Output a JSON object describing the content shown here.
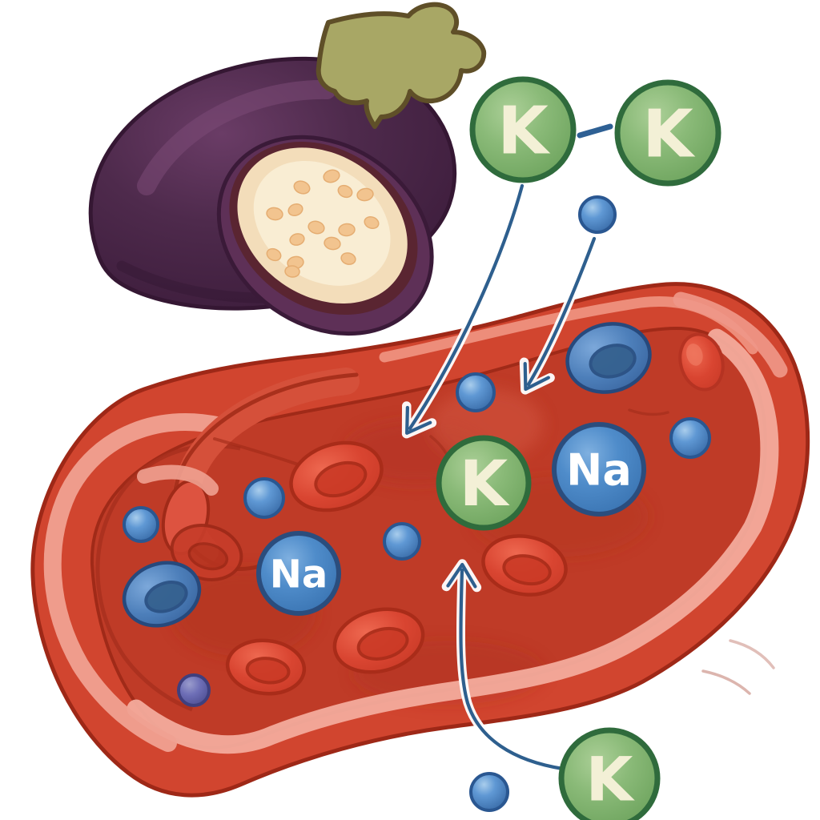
{
  "ions": {
    "k_top_left": "K",
    "k_top_right": "K",
    "k_bottom": "K",
    "k_in_vessel": "K",
    "na_in_vessel_left": "Na",
    "na_in_vessel_right": "Na"
  },
  "scene": {
    "free_potassium_circles": 3,
    "potassium_circles_in_vessel": 1,
    "sodium_circles_in_vessel": 2,
    "small_ion_spheres_inside_vessel": 6,
    "small_ion_spheres_outside_vessel": 2,
    "red_blood_cells": 6,
    "blue_cells": 2,
    "arrows": 3
  },
  "colors": {
    "background": "#ffffff",
    "potassium_fill": "#84b672",
    "potassium_border": "#2f6b3c",
    "potassium_text": "#f3f0d6",
    "sodium_fill": "#4181c4",
    "sodium_border": "#2b4d7d",
    "sodium_text": "#ffffff",
    "small_ion_blue": "#4a86c8",
    "small_ion_purple": "#6668b4",
    "vessel_wall": "#d1452f",
    "vessel_lumen": "#bf3b27",
    "vessel_highlight_band": "#f3ab9c",
    "vessel_outline": "#9e2817",
    "red_blood_cell": "#d94531",
    "blue_cell": "#4d7fba",
    "eggplant_skin": "#4e2a4c",
    "eggplant_calyx": "#a8a765",
    "eggplant_flesh": "#f3ddba",
    "eggplant_seed": "#f2c48f",
    "arrow_line": "#2e5f8e"
  }
}
